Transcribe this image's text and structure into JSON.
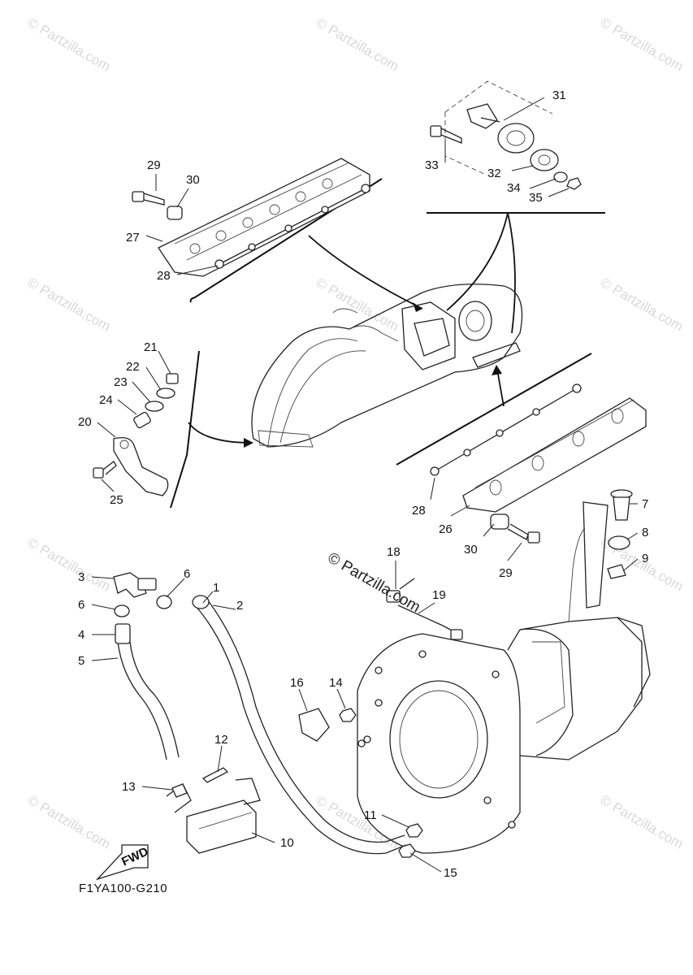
{
  "watermark": {
    "text": "© Partzilla.com",
    "center_text": "© Partzilla.com"
  },
  "diagram_code": "F1YA100-G210",
  "fwd_label": "FWD",
  "callouts": [
    {
      "id": "c1",
      "text": "1"
    },
    {
      "id": "c2",
      "text": "2"
    },
    {
      "id": "c3",
      "text": "3"
    },
    {
      "id": "c4",
      "text": "4"
    },
    {
      "id": "c5",
      "text": "5"
    },
    {
      "id": "c6a",
      "text": "6"
    },
    {
      "id": "c6b",
      "text": "6"
    },
    {
      "id": "c7",
      "text": "7"
    },
    {
      "id": "c8",
      "text": "8"
    },
    {
      "id": "c9",
      "text": "9"
    },
    {
      "id": "c10",
      "text": "10"
    },
    {
      "id": "c11",
      "text": "11"
    },
    {
      "id": "c12",
      "text": "12"
    },
    {
      "id": "c13",
      "text": "13"
    },
    {
      "id": "c14",
      "text": "14"
    },
    {
      "id": "c15",
      "text": "15"
    },
    {
      "id": "c16",
      "text": "16"
    },
    {
      "id": "c18",
      "text": "18"
    },
    {
      "id": "c19",
      "text": "19"
    },
    {
      "id": "c20",
      "text": "20"
    },
    {
      "id": "c21",
      "text": "21"
    },
    {
      "id": "c22",
      "text": "22"
    },
    {
      "id": "c23",
      "text": "23"
    },
    {
      "id": "c24",
      "text": "24"
    },
    {
      "id": "c25",
      "text": "25"
    },
    {
      "id": "c26",
      "text": "26"
    },
    {
      "id": "c27",
      "text": "27"
    },
    {
      "id": "c28a",
      "text": "28"
    },
    {
      "id": "c28b",
      "text": "28"
    },
    {
      "id": "c29a",
      "text": "29"
    },
    {
      "id": "c29b",
      "text": "29"
    },
    {
      "id": "c30a",
      "text": "30"
    },
    {
      "id": "c30b",
      "text": "30"
    },
    {
      "id": "c31",
      "text": "31"
    },
    {
      "id": "c32",
      "text": "32"
    },
    {
      "id": "c33",
      "text": "33"
    },
    {
      "id": "c34",
      "text": "34"
    },
    {
      "id": "c35",
      "text": "35"
    }
  ]
}
